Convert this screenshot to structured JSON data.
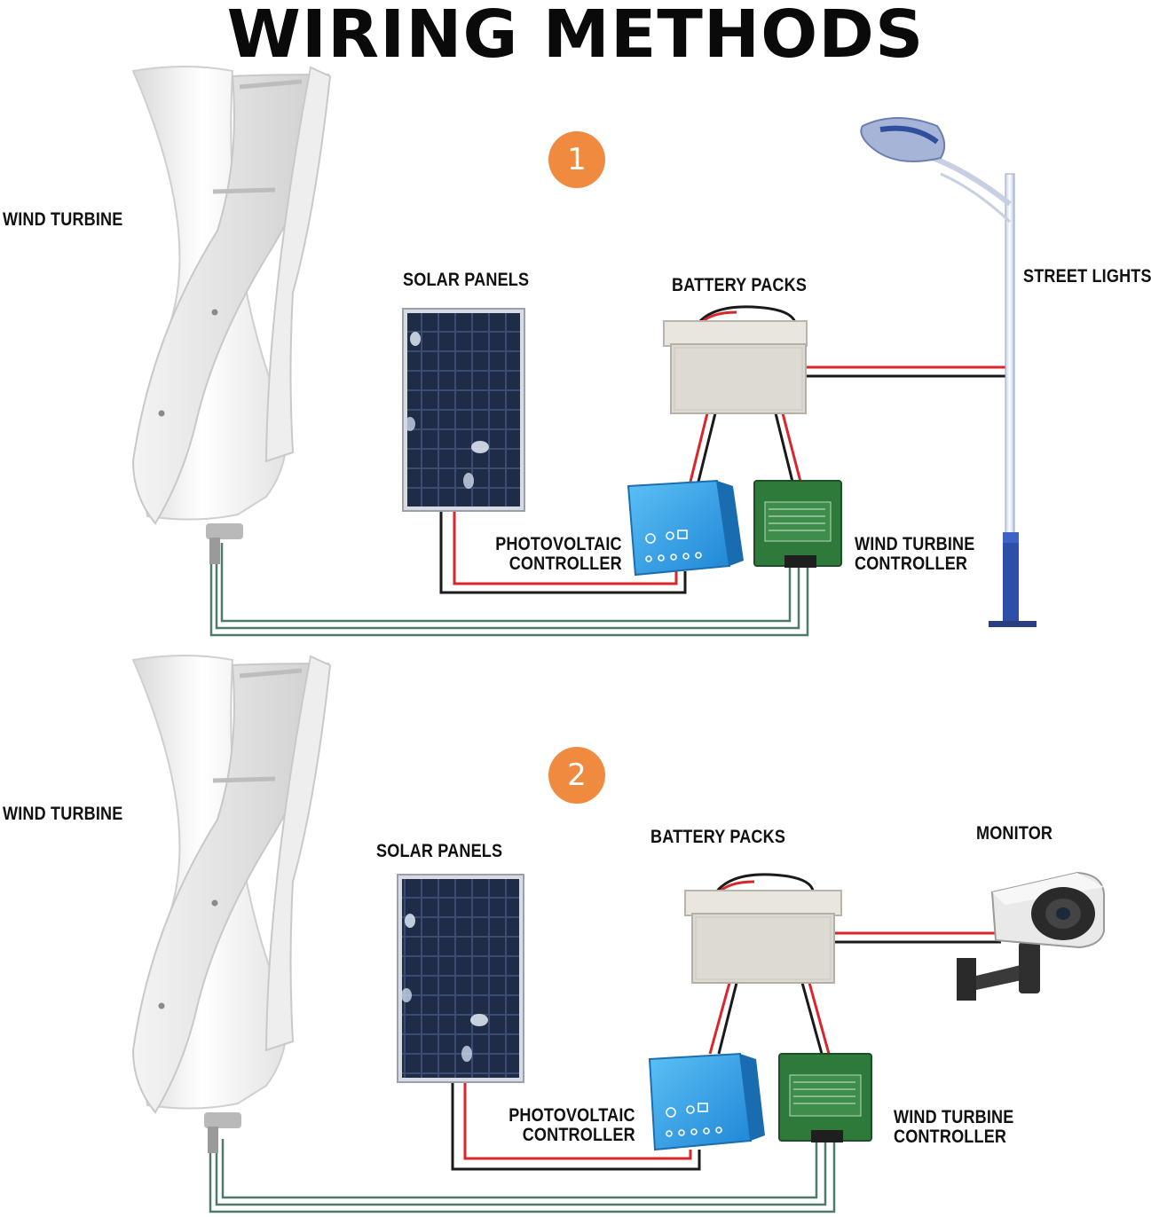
{
  "title": "WIRING METHODS",
  "diagrams": [
    {
      "step": "1",
      "labels": {
        "wind_turbine": "WIND TURBINE",
        "solar_panels": "SOLAR PANELS",
        "battery_packs": "BATTERY PACKS",
        "load": "STREET LIGHTS",
        "pv_controller_line1": "PHOTOVOLTAIC",
        "pv_controller_line2": "CONTROLLER",
        "wt_controller_line1": "WIND TURBINE",
        "wt_controller_line2": "CONTROLLER"
      },
      "load_icon": "street-light-icon"
    },
    {
      "step": "2",
      "labels": {
        "wind_turbine": "WIND TURBINE",
        "solar_panels": "SOLAR PANELS",
        "battery_packs": "BATTERY PACKS",
        "load": "MONITOR",
        "pv_controller_line1": "PHOTOVOLTAIC",
        "pv_controller_line2": "CONTROLLER",
        "wt_controller_line1": "WIND TURBINE",
        "wt_controller_line2": "CONTROLLER"
      },
      "load_icon": "security-camera-icon"
    }
  ],
  "colors": {
    "badge": "#f08a3f",
    "wire_positive": "#d9262b",
    "wire_negative": "#1a1a1a",
    "wire_ac": "#4f7a6a",
    "pv_controller": "#2f9ee4",
    "wt_controller": "#2d7a3a",
    "battery": "#dcdad2",
    "solar_panel": "#1d2a44",
    "pole": "#3d5fc0"
  }
}
